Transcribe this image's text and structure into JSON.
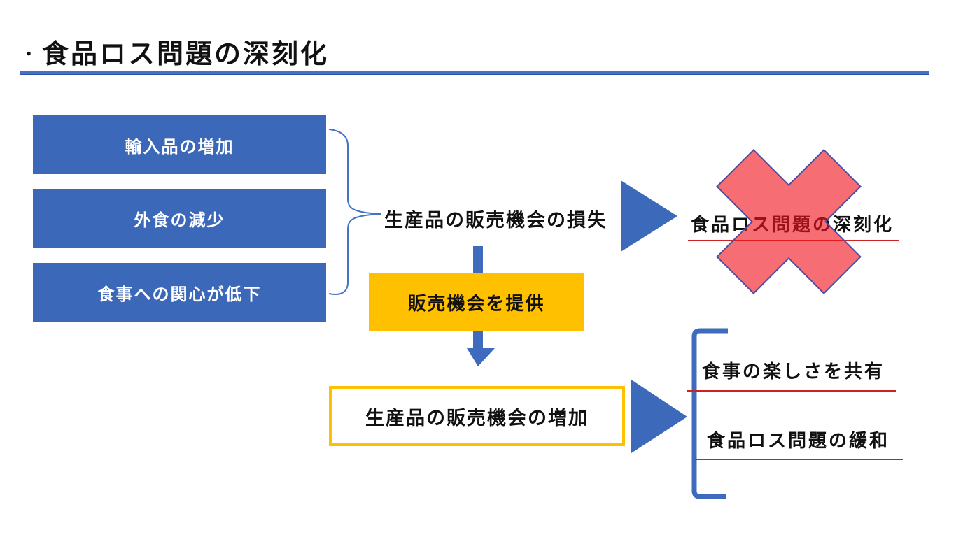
{
  "slide": {
    "title_bullet": "・",
    "title": "食品ロス問題の深刻化",
    "causes": [
      "輸入品の増加",
      "外食の減少",
      "食事への関心が低下"
    ],
    "problem_flow": {
      "loss_label": "生産品の販売機会の損失",
      "negative_outcome": "食品ロス問題の深刻化"
    },
    "solution_flow": {
      "provide_label": "販売機会を提供",
      "increase_label": "生産品の販売機会の増加",
      "outcomes": [
        "食事の楽しさを共有",
        "食品ロス問題の緩和"
      ]
    },
    "colors": {
      "shape_blue": "#3B68B8",
      "line_blue": "#4472C4",
      "accent_orange": "#FFC000",
      "underline_red": "#CC2222",
      "cross_fill": "#F56E72",
      "cross_border": "#4A51A3"
    }
  }
}
